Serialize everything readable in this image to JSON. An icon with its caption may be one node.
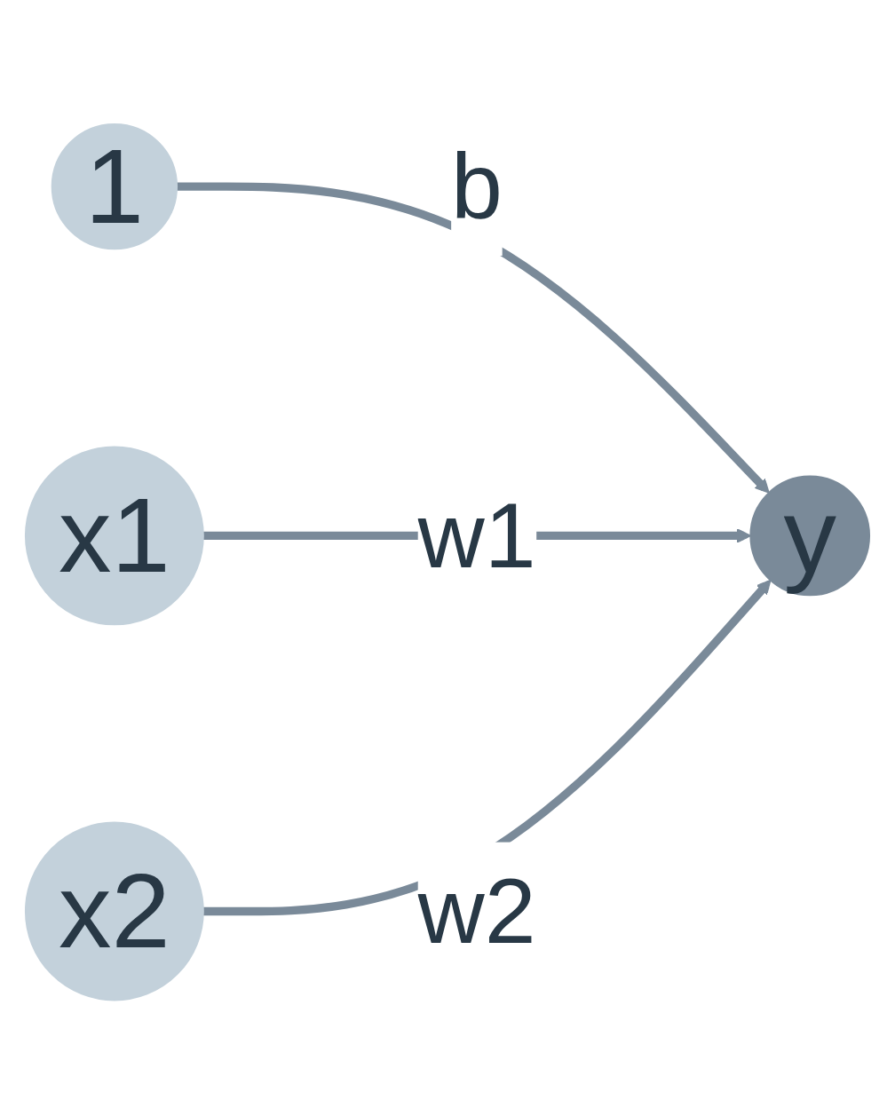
{
  "diagram": {
    "nodes": [
      {
        "text": [
          "1"
        ]
      },
      {
        "text": [
          "x1"
        ]
      },
      {
        "text": [
          "x2"
        ]
      },
      {
        "text": [
          "y"
        ]
      }
    ],
    "edges": [
      {
        "from": 0,
        "to": 3,
        "arrow": "to",
        "label": "b"
      },
      {
        "from": 1,
        "to": 3,
        "arrow": "to",
        "label": "w1"
      },
      {
        "from": 2,
        "to": 3,
        "arrow": "to",
        "label": "w2"
      }
    ]
  }
}
